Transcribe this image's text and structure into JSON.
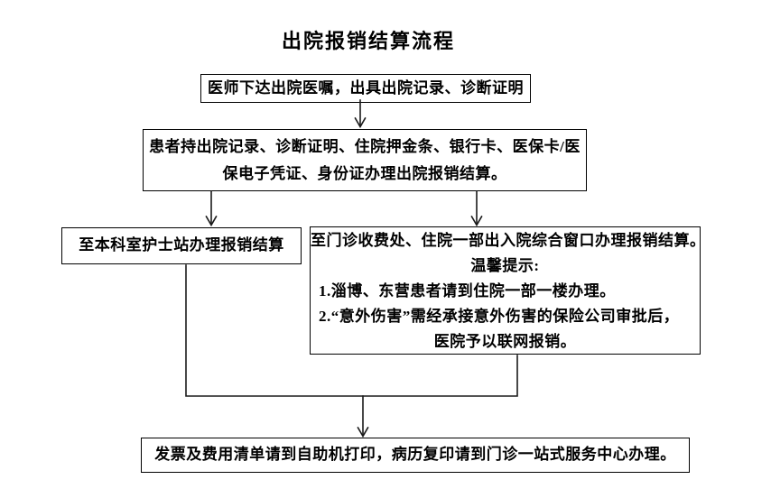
{
  "title": "出院报销结算流程",
  "boxes": {
    "doctor_order": {
      "text": "医师下达出院医嘱，出具出院记录、诊断证明"
    },
    "patient_docs": {
      "lines": [
        "患者持出院记录、诊断证明、住院押金条、银行卡、医保卡/医",
        "保电子凭证、身份证办理出院报销结算。"
      ]
    },
    "nurse_station": {
      "text": "至本科室护士站办理报销结算"
    },
    "settlement_window": {
      "lines": [
        "至门诊收费处、住院一部出入院综合窗口办理报销结算。",
        "温馨提示:",
        "1.淄博、东营患者请到住院一部一楼办理。",
        "2.“意外伤害”需经承接意外伤害的保险公司审批后，",
        "医院予以联网报销。"
      ]
    },
    "invoice_print": {
      "text": "发票及费用清单请到自助机打印，病历复印请到门诊一站式服务中心办理。"
    }
  },
  "colors": {
    "background": "#ffffff",
    "text": "#000000",
    "border": "#000000",
    "connector": "#1a1a1a"
  }
}
